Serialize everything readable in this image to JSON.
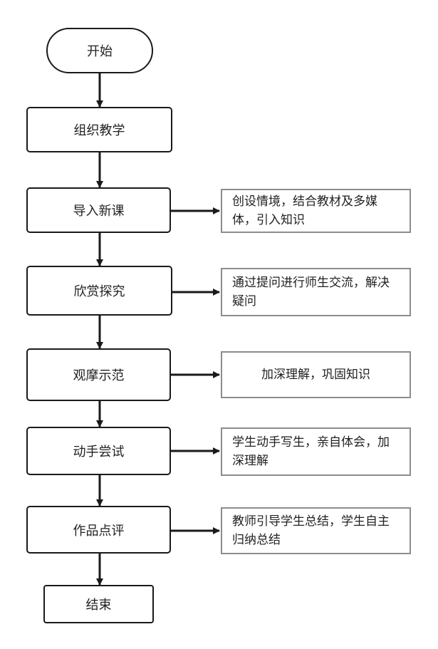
{
  "flowchart": {
    "start": "开始",
    "end": "结束",
    "steps": [
      {
        "label": "组织教学"
      },
      {
        "label": "导入新课",
        "note": "创设情境，结合教材及多媒体，引入知识"
      },
      {
        "label": "欣赏探究",
        "note": "通过提问进行师生交流，解决疑问"
      },
      {
        "label": "观摩示范",
        "note": "加深理解，巩固知识"
      },
      {
        "label": "动手尝试",
        "note": "学生动手写生，亲自体会，加深理解"
      },
      {
        "label": "作品点评",
        "note": "教师引导学生总结，学生自主归纳总结"
      }
    ]
  },
  "colors": {
    "stroke": "#1a1a1a",
    "note_border": "#8c8c8c",
    "text": "#222222"
  }
}
